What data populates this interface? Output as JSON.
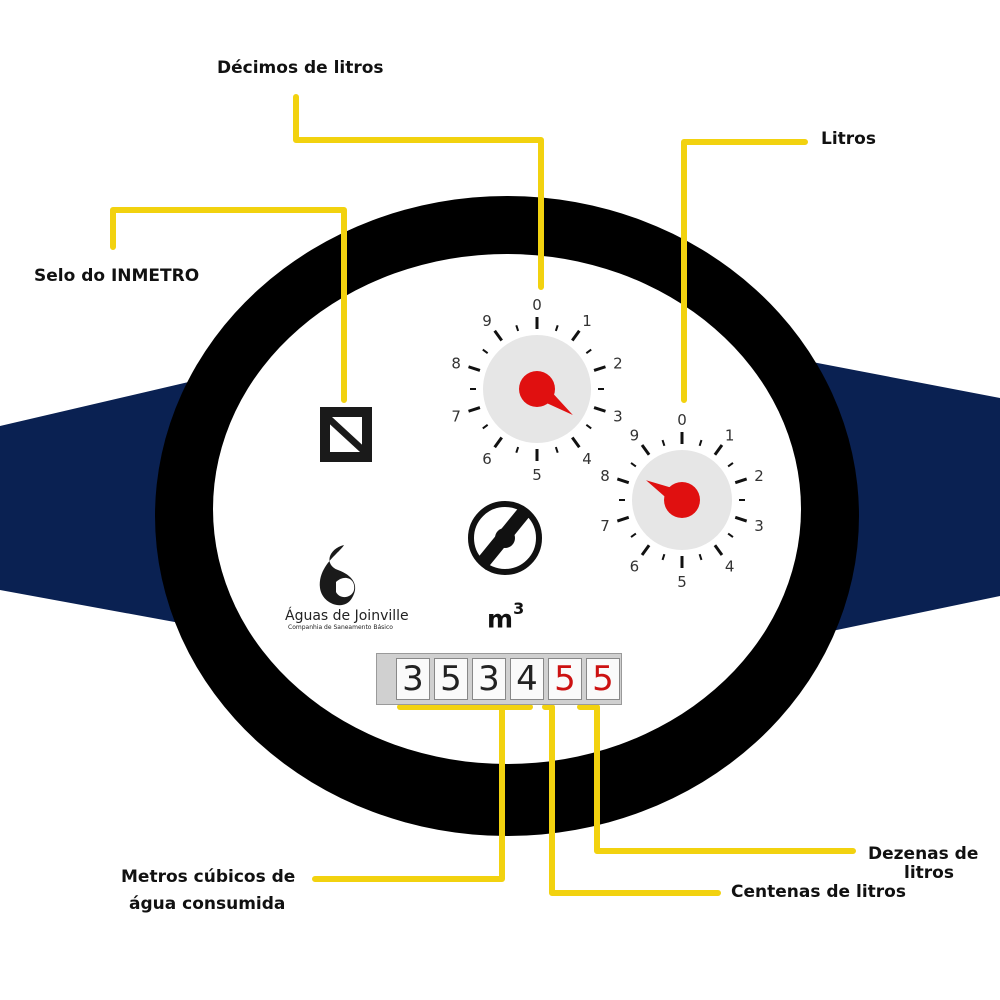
{
  "labels": {
    "decimos": "Décimos de litros",
    "litros": "Litros",
    "selo": "Selo do INMETRO",
    "metros_line1": "Metros cúbicos de",
    "metros_line2": "água consumida",
    "dezenas_line1": "Dezenas  de",
    "dezenas_line2": "litros",
    "centenas": "Centenas  de litros"
  },
  "brand": {
    "name": "Águas de Joinville",
    "subtitle": "Companhia de Saneamento Básico"
  },
  "unit": {
    "base": "m",
    "exponent": "3"
  },
  "counter": {
    "digits": [
      "3",
      "5",
      "3",
      "4",
      "5",
      "5"
    ],
    "digit_colors": [
      "#222222",
      "#222222",
      "#222222",
      "#222222",
      "#cc1111",
      "#cc1111"
    ]
  },
  "dial_decimos": {
    "scale": [
      "0",
      "1",
      "2",
      "3",
      "4",
      "5",
      "6",
      "7",
      "8",
      "9"
    ],
    "reading": 3.5
  },
  "dial_litros": {
    "scale": [
      "0",
      "1",
      "2",
      "3",
      "4",
      "5",
      "6",
      "7",
      "8",
      "9"
    ],
    "reading": 8.3
  },
  "colors": {
    "pipe": "#0a2152",
    "ring": "#000000",
    "face": "#ffffff",
    "callout": "#f2d20f",
    "needle": "#e01010",
    "dial_disc": "#e6e6e6"
  }
}
